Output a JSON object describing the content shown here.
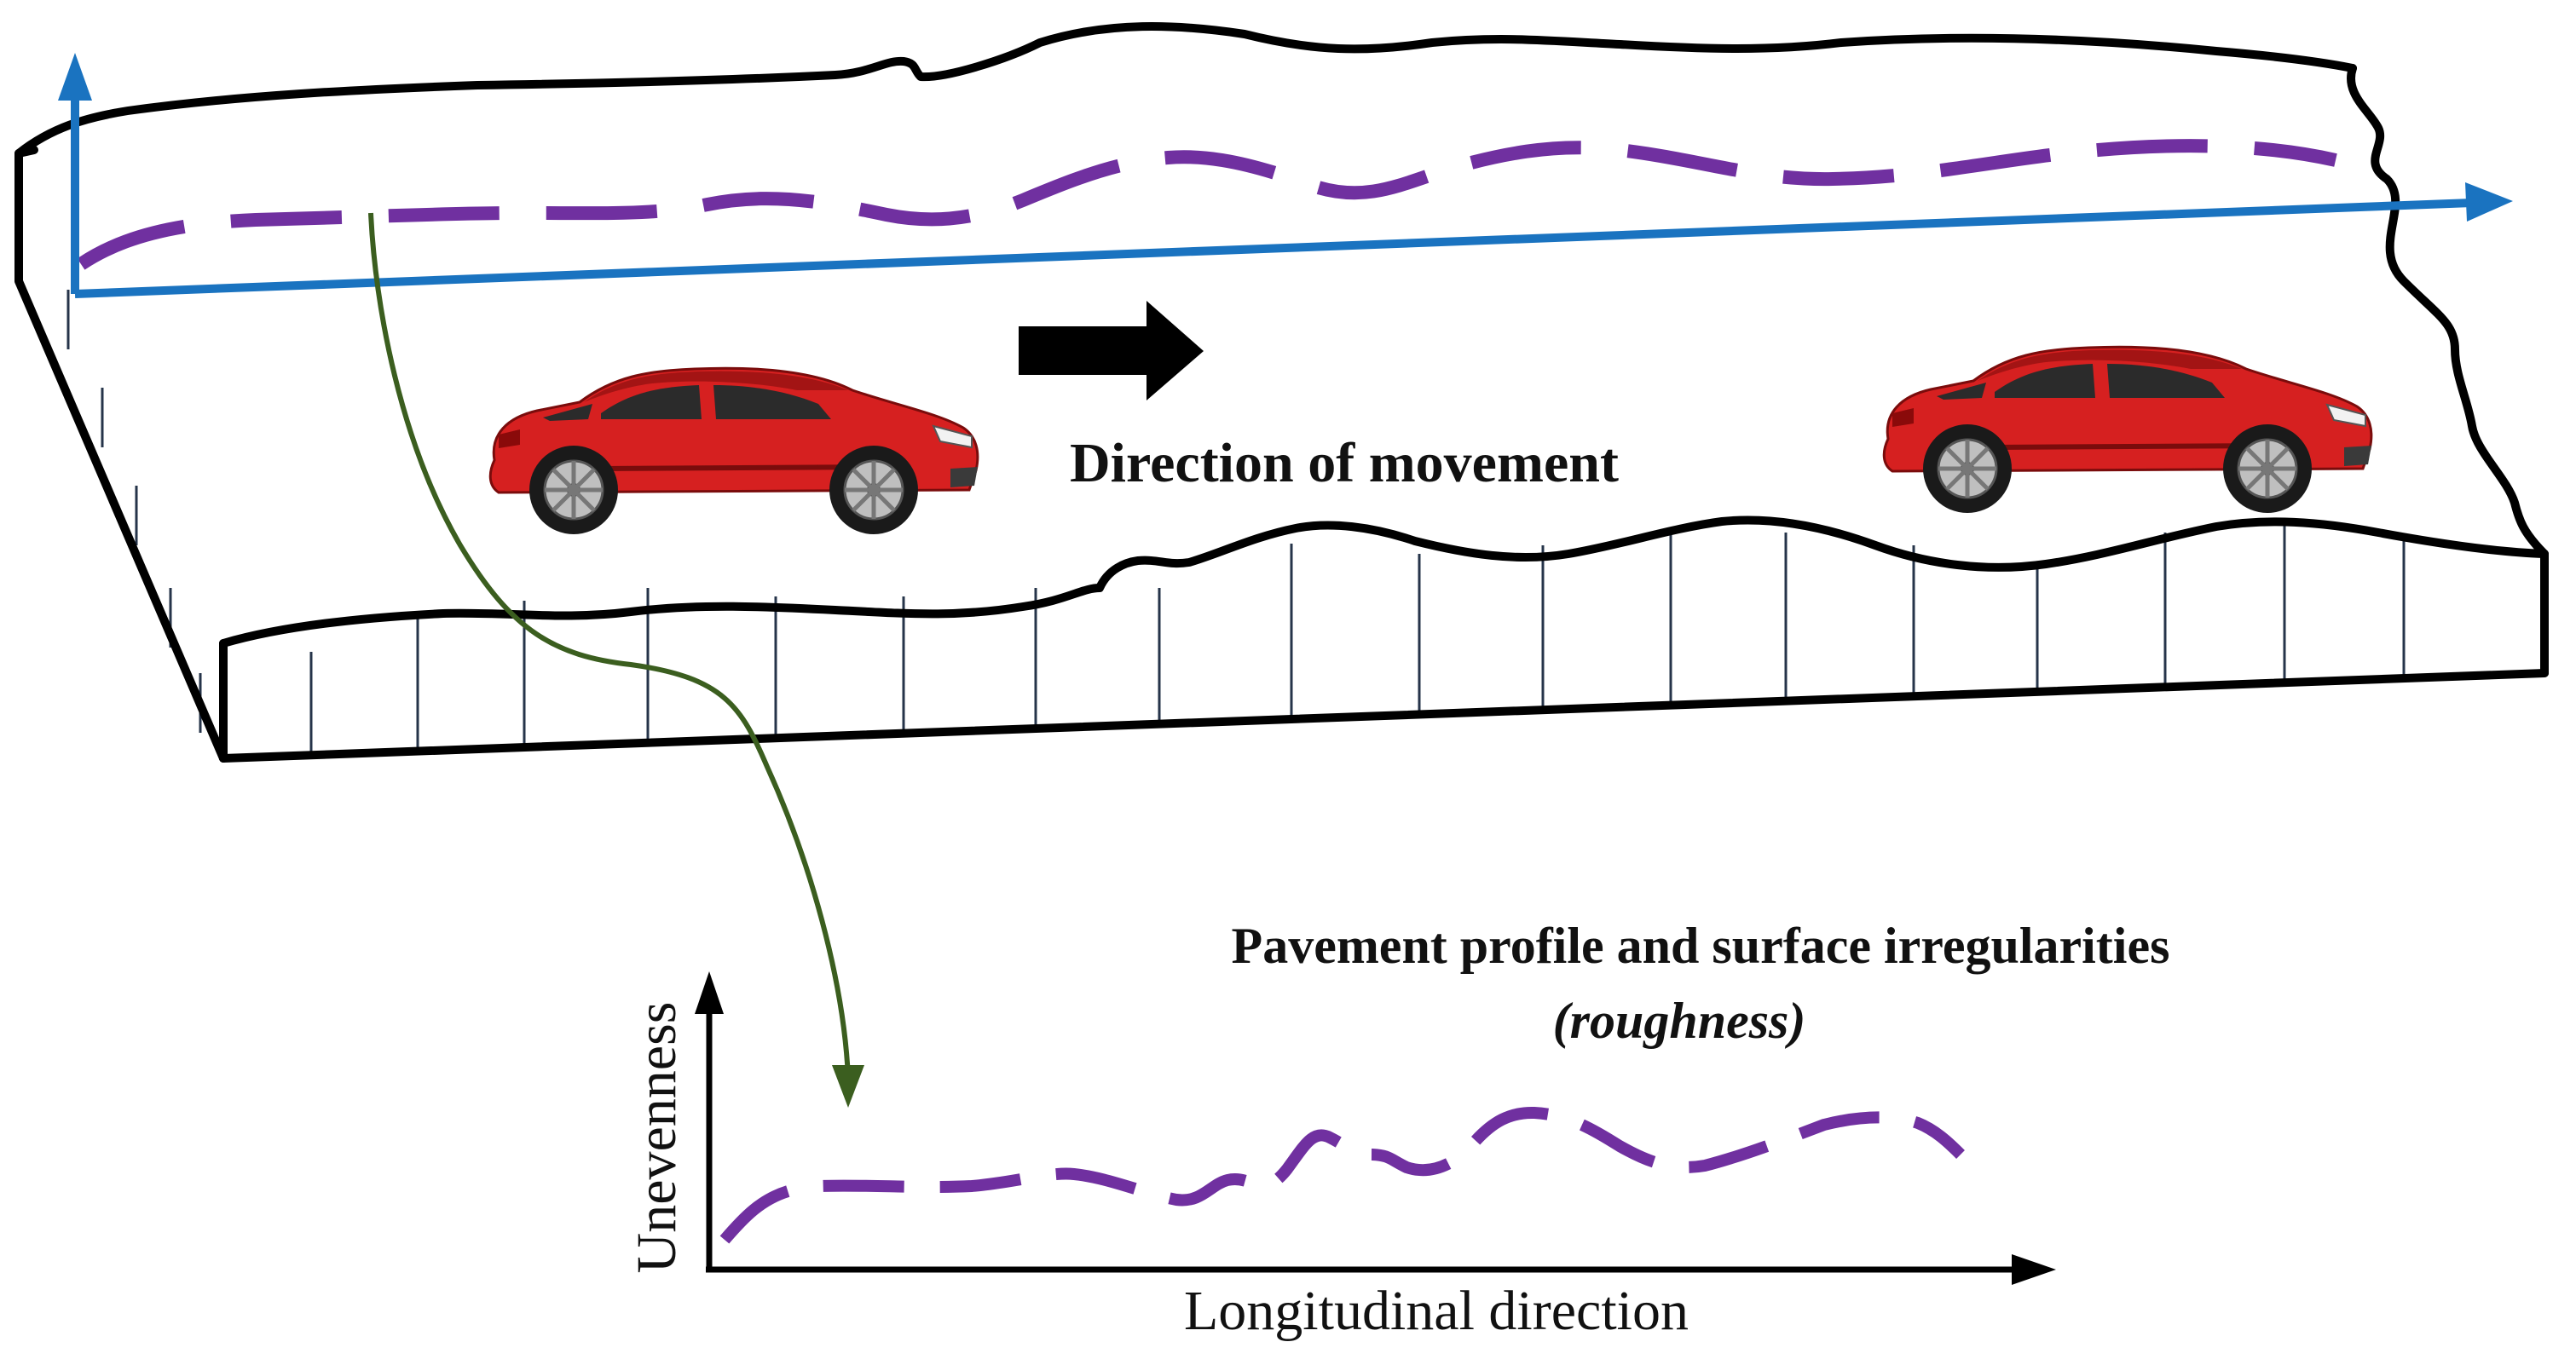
{
  "labels": {
    "direction": "Direction of movement",
    "title": "Pavement profile and surface irregularities",
    "subtitle": "(roughness)",
    "y_axis": "Unevenness",
    "x_axis": "Longitudinal direction"
  },
  "colors": {
    "outline": "#000000",
    "profile": "#7030a0",
    "axis_blue": "#1a73c0",
    "connector": "#3b5e1f",
    "car_body": "#d62020",
    "hatch": "#26344a"
  },
  "icons": {
    "car_left": "red-hatchback-car",
    "car_right": "red-hatchback-car",
    "movement_arrow": "right-arrow"
  }
}
